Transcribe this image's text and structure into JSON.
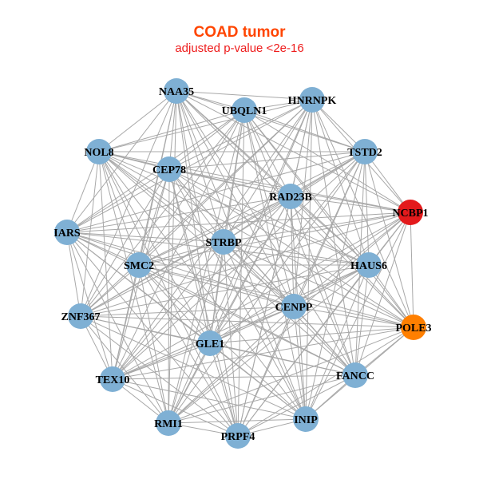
{
  "title": "COAD tumor",
  "subtitle": "adjusted p-value <2e-16",
  "colors": {
    "default": "#7fb0d4",
    "NCBP1": "#e31a1c",
    "POLE3": "#ff7f00",
    "edge": "#a8a8a8"
  },
  "nodes": [
    "NAA35",
    "UBQLN1",
    "HNRNPK",
    "NOL8",
    "CEP78",
    "TSTD2",
    "RAD23B",
    "NCBP1",
    "IARS",
    "STRBP",
    "SMC2",
    "HAUS6",
    "CENPP",
    "ZNF367",
    "POLE3",
    "GLE1",
    "FANCC",
    "TEX10",
    "RMI1",
    "PRPF4",
    "INIP"
  ],
  "edges": "all-pairs"
}
